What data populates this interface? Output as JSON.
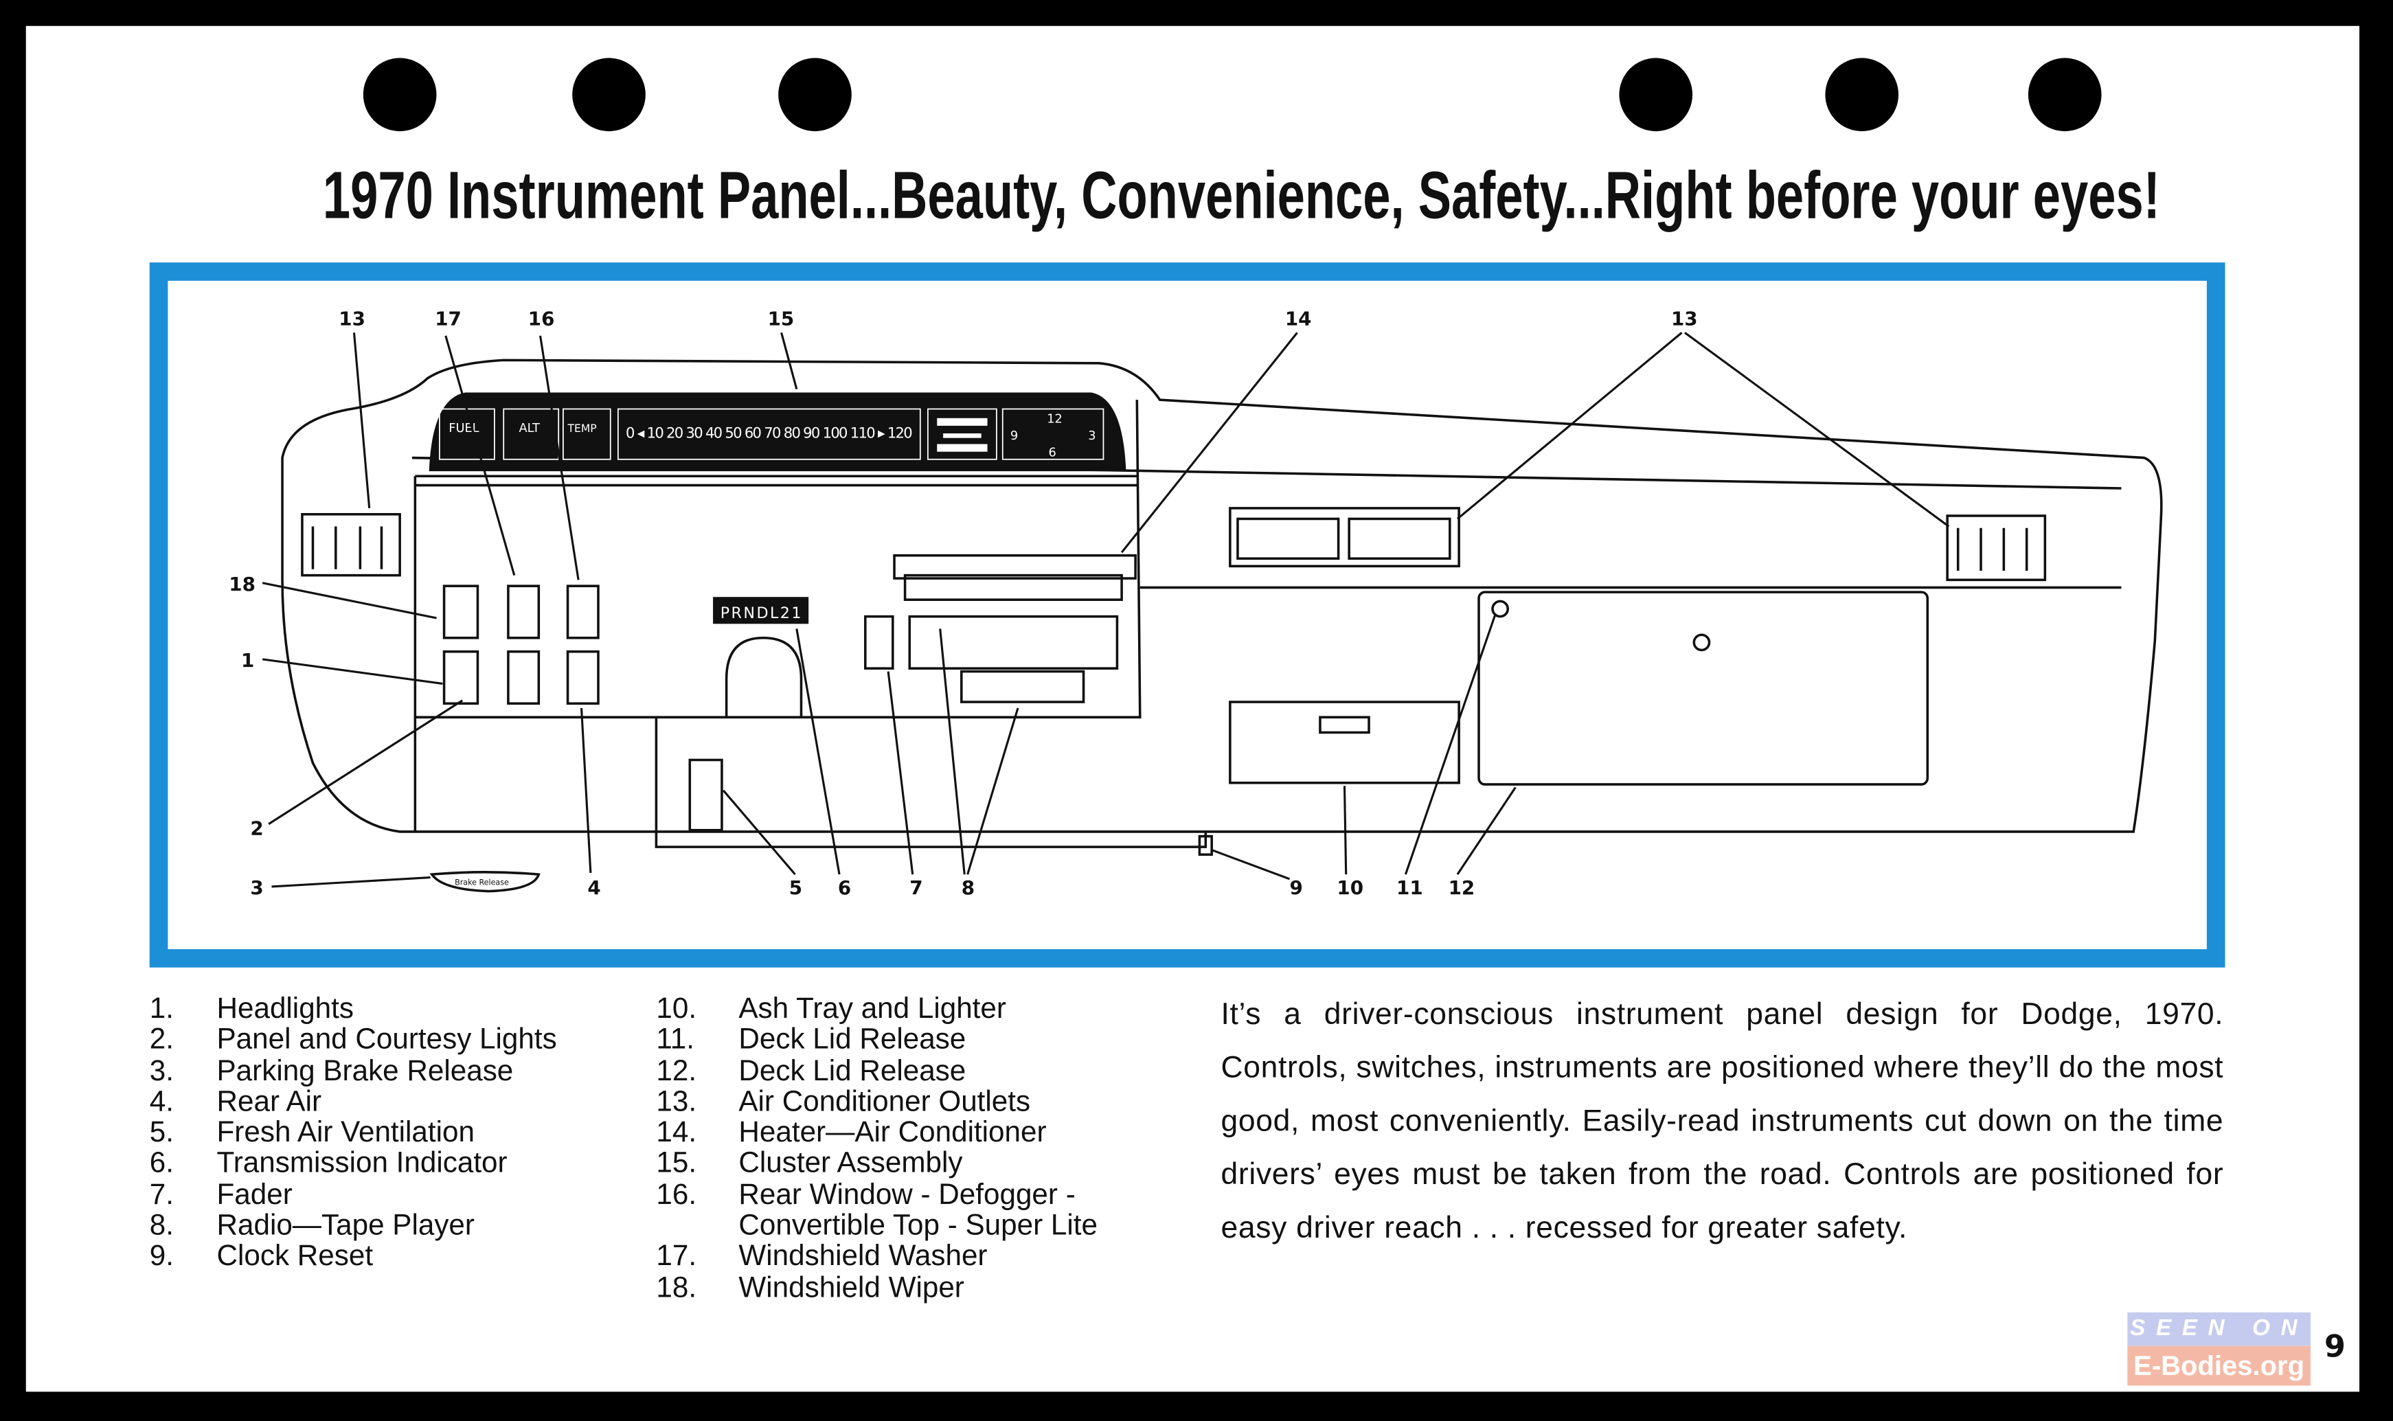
{
  "title": "1970 Instrument Panel...Beauty, Convenience, Safety...Right before your eyes!",
  "diagram": {
    "callouts": [
      "13",
      "17",
      "16",
      "15",
      "14",
      "13",
      "18",
      "1",
      "2",
      "3",
      "4",
      "5",
      "6",
      "7",
      "8",
      "9",
      "10",
      "11",
      "12"
    ],
    "gauges": {
      "fuel": "FUEL",
      "alt": "ALT",
      "temp": "TEMP",
      "speedo": "0 ◂ 10 20 30 40 50 60 70 80 90 100 110 ▸ 120",
      "clock": [
        "12",
        "3",
        "6",
        "9"
      ]
    },
    "gear_indicator": "PRNDL21",
    "brake_release": "Brake Release"
  },
  "legend_left": [
    {
      "num": "1.",
      "label": "Headlights"
    },
    {
      "num": "2.",
      "label": "Panel and Courtesy Lights"
    },
    {
      "num": "3.",
      "label": "Parking Brake Release"
    },
    {
      "num": "4.",
      "label": "Rear Air"
    },
    {
      "num": "5.",
      "label": "Fresh Air Ventilation"
    },
    {
      "num": "6.",
      "label": "Transmission Indicator"
    },
    {
      "num": "7.",
      "label": "Fader"
    },
    {
      "num": "8.",
      "label": "Radio—Tape Player"
    },
    {
      "num": "9.",
      "label": "Clock Reset"
    }
  ],
  "legend_right": [
    {
      "num": "10.",
      "label": "Ash Tray and Lighter"
    },
    {
      "num": "11.",
      "label": "Deck Lid Release"
    },
    {
      "num": "12.",
      "label": "Deck Lid Release"
    },
    {
      "num": "13.",
      "label": "Air Conditioner Outlets"
    },
    {
      "num": "14.",
      "label": "Heater—Air Conditioner"
    },
    {
      "num": "15.",
      "label": "Cluster Assembly"
    },
    {
      "num": "16.",
      "label": "Rear Window - Defogger -"
    },
    {
      "num": "",
      "label": "Convertible Top - Super Lite"
    },
    {
      "num": "17.",
      "label": "Windshield Washer"
    },
    {
      "num": "18.",
      "label": "Windshield Wiper"
    }
  ],
  "paragraph": "It’s a driver-conscious instrument panel design for Dodge, 1970. Controls, switches, instruments are positioned where they’ll do the most good, most conveniently. Easily-read instruments cut down on the time drivers’ eyes must be taken from the road. Controls are positioned for easy driver reach . . . recessed for greater safety.",
  "watermark": {
    "top": "SEEN ON",
    "bottom": "E-Bodies.org"
  },
  "page_number": "9",
  "colors": {
    "frame_blue": "#1d8fd6",
    "background": "#000000"
  }
}
